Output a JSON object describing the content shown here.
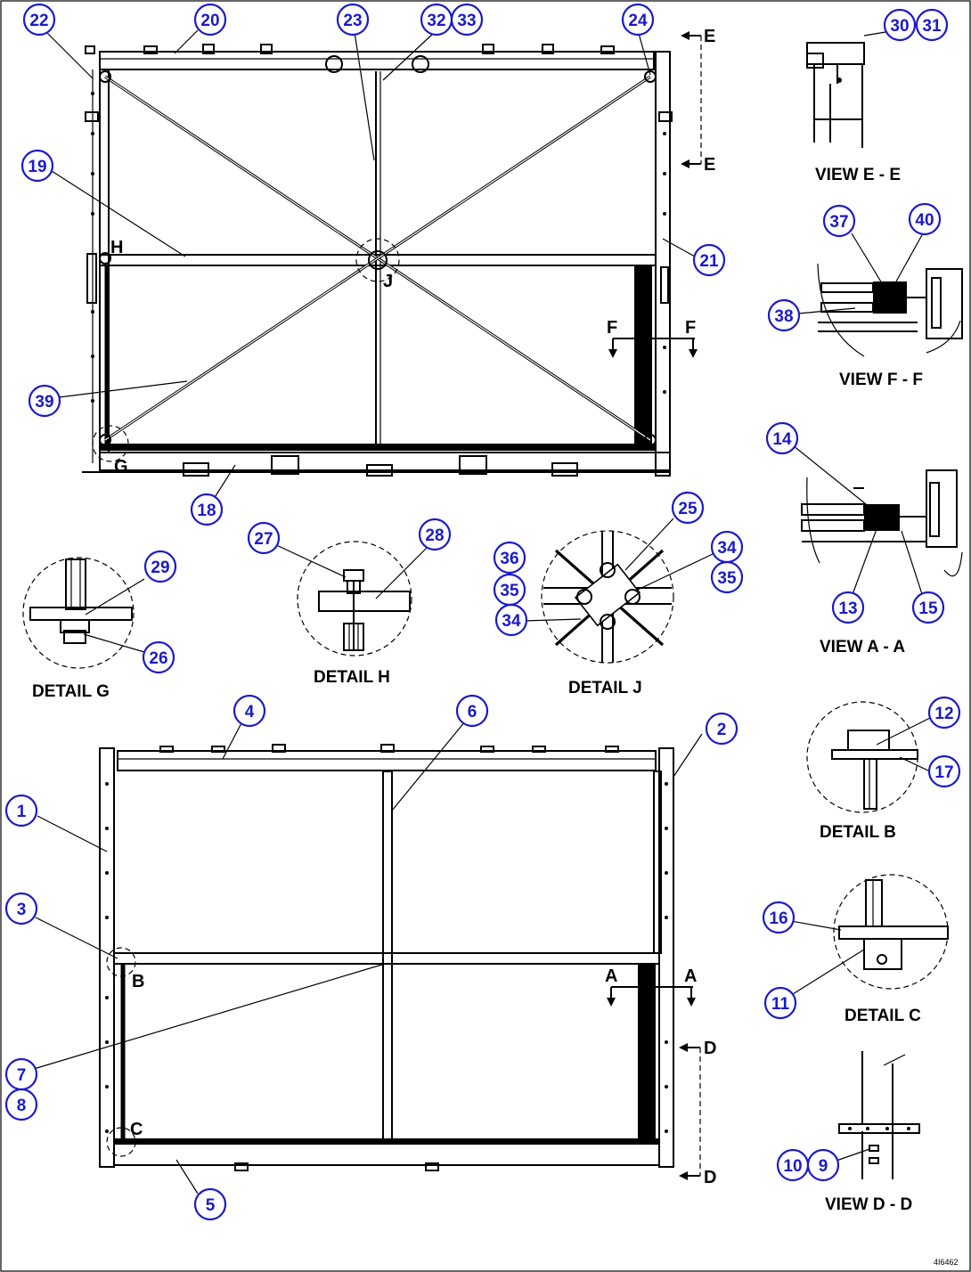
{
  "callouts": {
    "c1": "1",
    "c2": "2",
    "c3": "3",
    "c4": "4",
    "c5": "5",
    "c6": "6",
    "c7": "7",
    "c8": "8",
    "c9": "9",
    "c10": "10",
    "c11": "11",
    "c12": "12",
    "c13": "13",
    "c14": "14",
    "c15": "15",
    "c16": "16",
    "c17": "17",
    "c18": "18",
    "c19": "19",
    "c20": "20",
    "c21": "21",
    "c22": "22",
    "c23": "23",
    "c24": "24",
    "c25": "25",
    "c26": "26",
    "c27": "27",
    "c28": "28",
    "c29": "29",
    "c30": "30",
    "c31": "31",
    "c32": "32",
    "c33": "33",
    "c34": "34",
    "c35": "35",
    "c36": "36",
    "c37": "37",
    "c38": "38",
    "c39": "39",
    "c40": "40"
  },
  "view_labels": {
    "view_ee": "VIEW E - E",
    "view_ff": "VIEW F - F",
    "view_aa": "VIEW A - A",
    "view_dd": "VIEW D - D",
    "detail_b": "DETAIL B",
    "detail_c": "DETAIL C",
    "detail_g": "DETAIL G",
    "detail_h": "DETAIL H",
    "detail_j": "DETAIL J"
  },
  "section_letters": {
    "e": "E",
    "f": "F",
    "a": "A",
    "d": "D",
    "g": "G",
    "h": "H",
    "j": "J",
    "b": "B",
    "c": "C"
  },
  "figure_id": "4I6462"
}
